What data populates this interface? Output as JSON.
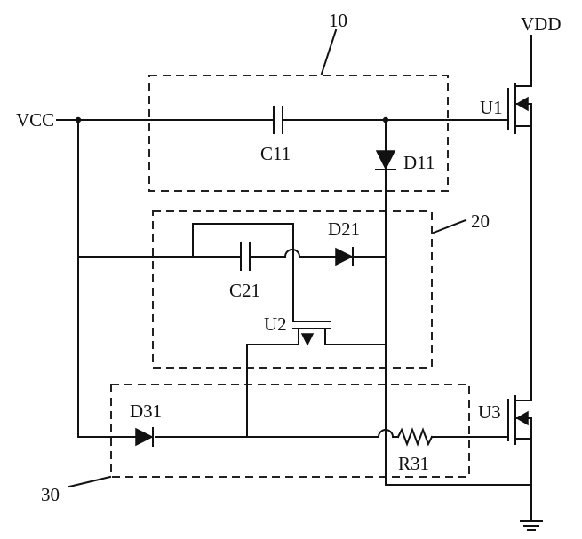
{
  "labels": {
    "vdd": "VDD",
    "vcc": "VCC",
    "u1": "U1",
    "u2": "U2",
    "u3": "U3",
    "c11": "C11",
    "c21": "C21",
    "d11": "D11",
    "d21": "D21",
    "d31": "D31",
    "r31": "R31",
    "block10": "10",
    "block20": "20",
    "block30": "30"
  }
}
